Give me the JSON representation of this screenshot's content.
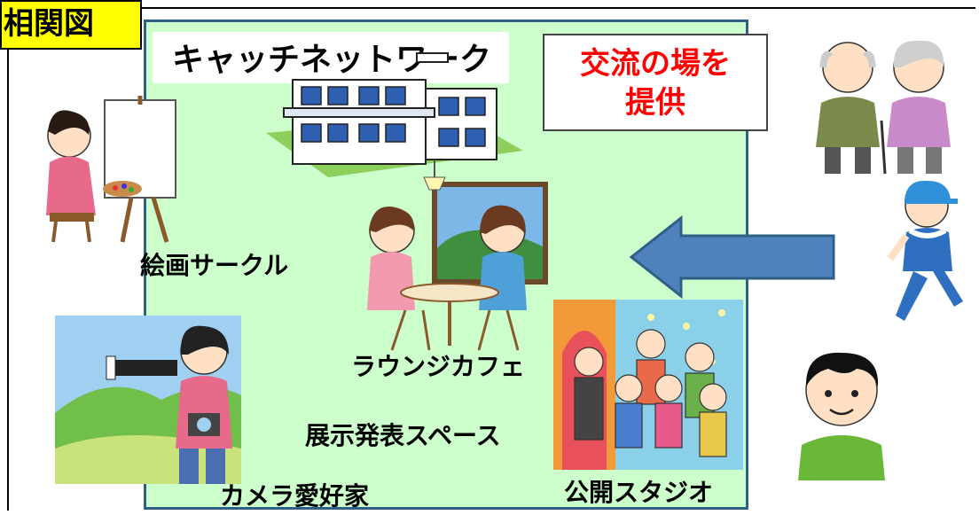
{
  "header": {
    "tag": "相関図"
  },
  "network": {
    "name": "キャッチネットワーク"
  },
  "callout": {
    "line1": "交流の場を",
    "line2": "提供"
  },
  "labels": {
    "painting": "絵画サークル",
    "lounge": "ラウンジカフェ",
    "exhibition": "展示発表スペース",
    "studio": "公開スタジオ",
    "camera": "カメラ愛好家"
  },
  "colors": {
    "tag_bg": "#ffff00",
    "area_bg": "#ccffcc",
    "area_border": "#2e5f86",
    "callout_text": "#ff0000",
    "arrow_fill": "#4f81bd",
    "arrow_stroke": "#2e5f86"
  }
}
